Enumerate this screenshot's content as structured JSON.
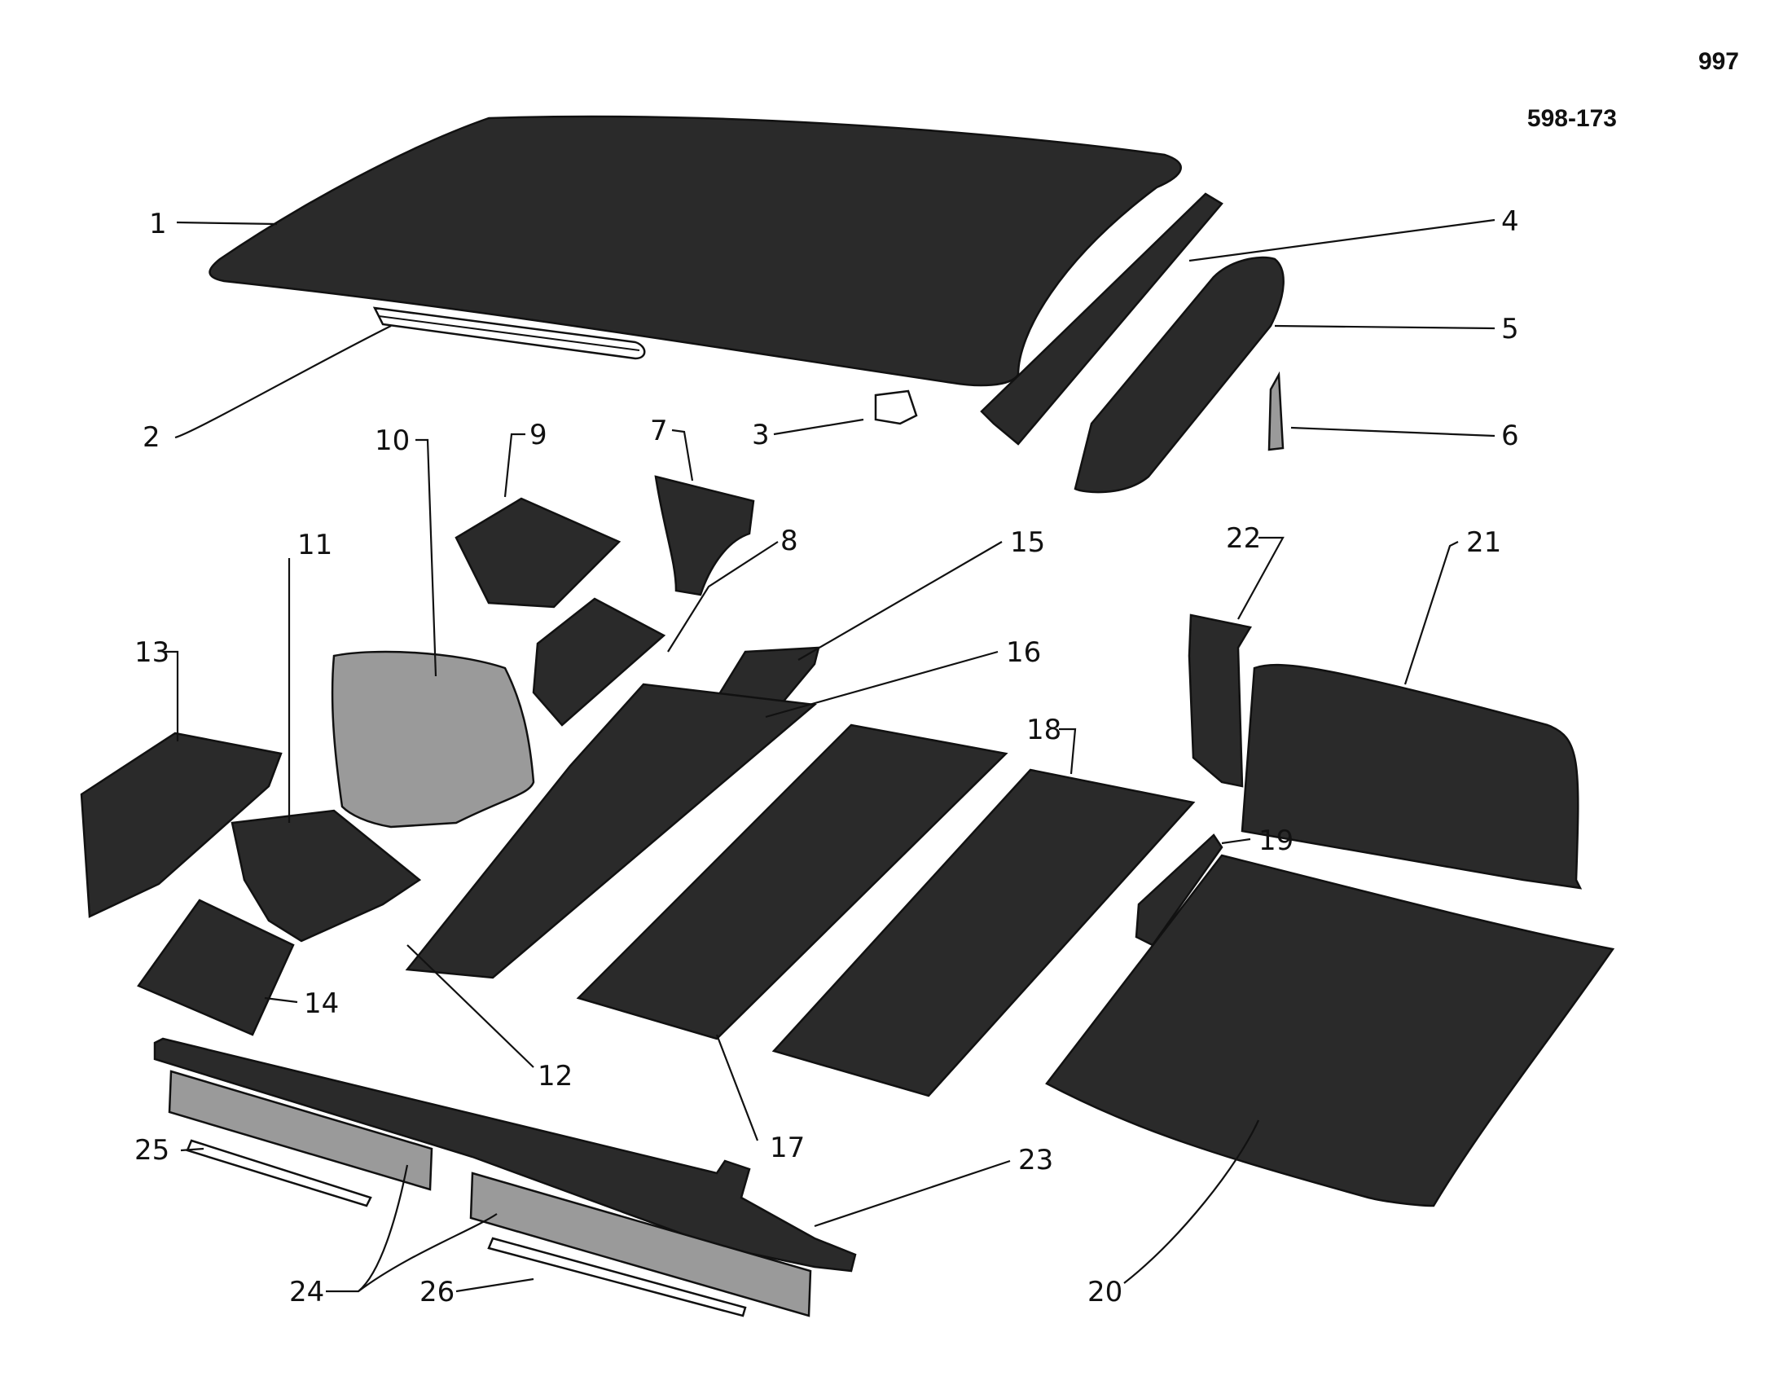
{
  "header": {
    "page_number": "997",
    "figure_code": "598-173"
  },
  "callouts": [
    "1",
    "2",
    "3",
    "4",
    "5",
    "6",
    "7",
    "8",
    "9",
    "10",
    "11",
    "12",
    "13",
    "14",
    "15",
    "16",
    "17",
    "18",
    "19",
    "20",
    "21",
    "22",
    "23",
    "24",
    "25",
    "26"
  ],
  "colors": {
    "ink": "#111111",
    "paper": "#ffffff",
    "felt_dark": "#2a2a2a",
    "felt_light": "#9a9a9a"
  }
}
